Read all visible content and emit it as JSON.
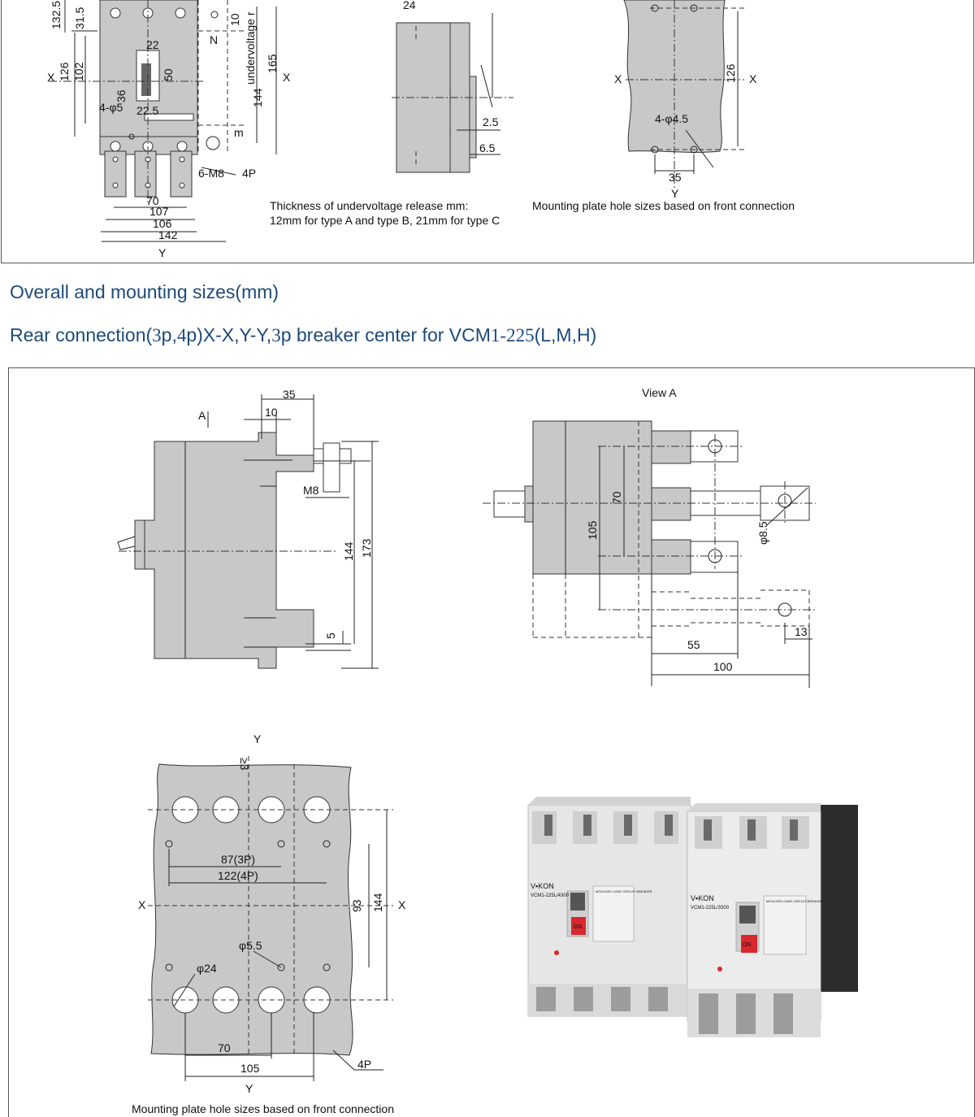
{
  "headings": {
    "overall": "Overall and mounting sizes(mm)",
    "rear_prefix": "Rear connection(",
    "rear_3p": "3",
    "rear_p1": "p,",
    "rear_4p": "4",
    "rear_mid": "p)X-X,Y-Y,",
    "rear_3p_center": "3",
    "rear_tail": "p breaker center for VCM",
    "rear_model_num": "1-225",
    "rear_suffix": "(L,M,H)"
  },
  "top_panel": {
    "front_view_dims": [
      "132.5",
      "31.5",
      "10",
      "126",
      "102",
      "22",
      "50",
      "36",
      "4-φ5",
      "22.5",
      "165",
      "144",
      "70",
      "107",
      "106",
      "142",
      "6-M8",
      "4P"
    ],
    "labels": {
      "x": "X",
      "y": "Y",
      "n": "N",
      "undervoltage": "undervoltage r",
      "m": "m"
    },
    "side_view_dims": [
      "24",
      "2.5",
      "6.5"
    ],
    "note_line1": "Thickness of undervoltage release mm:",
    "note_line2": "12mm for type A and type B, 21mm for type C",
    "plate_dims": [
      "126",
      "4-φ4.5",
      "35"
    ],
    "plate_caption": "Mounting plate hole sizes based on front connection"
  },
  "bottom_panel": {
    "side_view": {
      "a": "A",
      "d35": "35",
      "d10": "10",
      "m8": "M8",
      "d144": "144",
      "d173": "173",
      "d5": "5"
    },
    "view_a": {
      "title": "View A",
      "d70": "70",
      "d105": "105",
      "phi85": "φ8.5",
      "d13": "13",
      "d55": "55",
      "d100": "100"
    },
    "plate": {
      "y": "Y",
      "gap": "≥3",
      "d87": "87(3P)",
      "d122": "122(4P)",
      "x": "X",
      "d93": "93",
      "d144": "144",
      "phi55": "φ5.5",
      "phi24": "φ24",
      "d70": "70",
      "d105": "105",
      "p4": "4P",
      "caption": "Mounting plate hole sizes based on front connection"
    },
    "photo": {
      "brand": "V▪KON",
      "model_4p": "VCM1-225L/4300",
      "model_3p": "VCM1-225L/3300",
      "title": "MOULDED CASE CIRCUIT BREAKER",
      "on": "ON"
    }
  },
  "colors": {
    "heading": "#1d4a7a",
    "body_fill": "#c8c8c8",
    "breaker_white": "#ececec",
    "on_red": "#d9272e"
  }
}
